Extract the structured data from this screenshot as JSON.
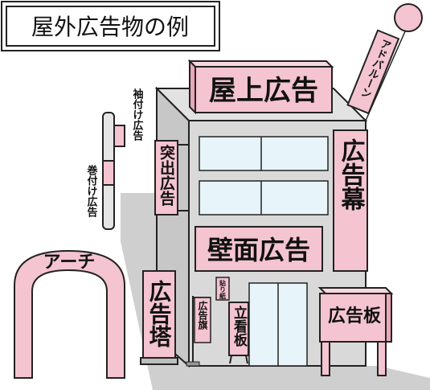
{
  "title": "屋外広告物の例",
  "labels": {
    "rooftop": "屋上広告",
    "balloon": "アドバルーン",
    "pole_wrap": "袖付け広告",
    "pole_roll": "巻付け広告",
    "projecting": "突出広告",
    "banner": "広告幕",
    "wall": "壁面広告",
    "arch": "アーチ",
    "tower": "広告塔",
    "flag": "広告旗",
    "poster": "貼り紙",
    "standing": "立看板",
    "board": "広告板"
  },
  "colors": {
    "sign_pink": "#f4c4d0",
    "building_gray": "#d9d9d9",
    "building_side": "#c7c7c7",
    "window_blue": "#e7f5fa",
    "outline": "#222222"
  }
}
